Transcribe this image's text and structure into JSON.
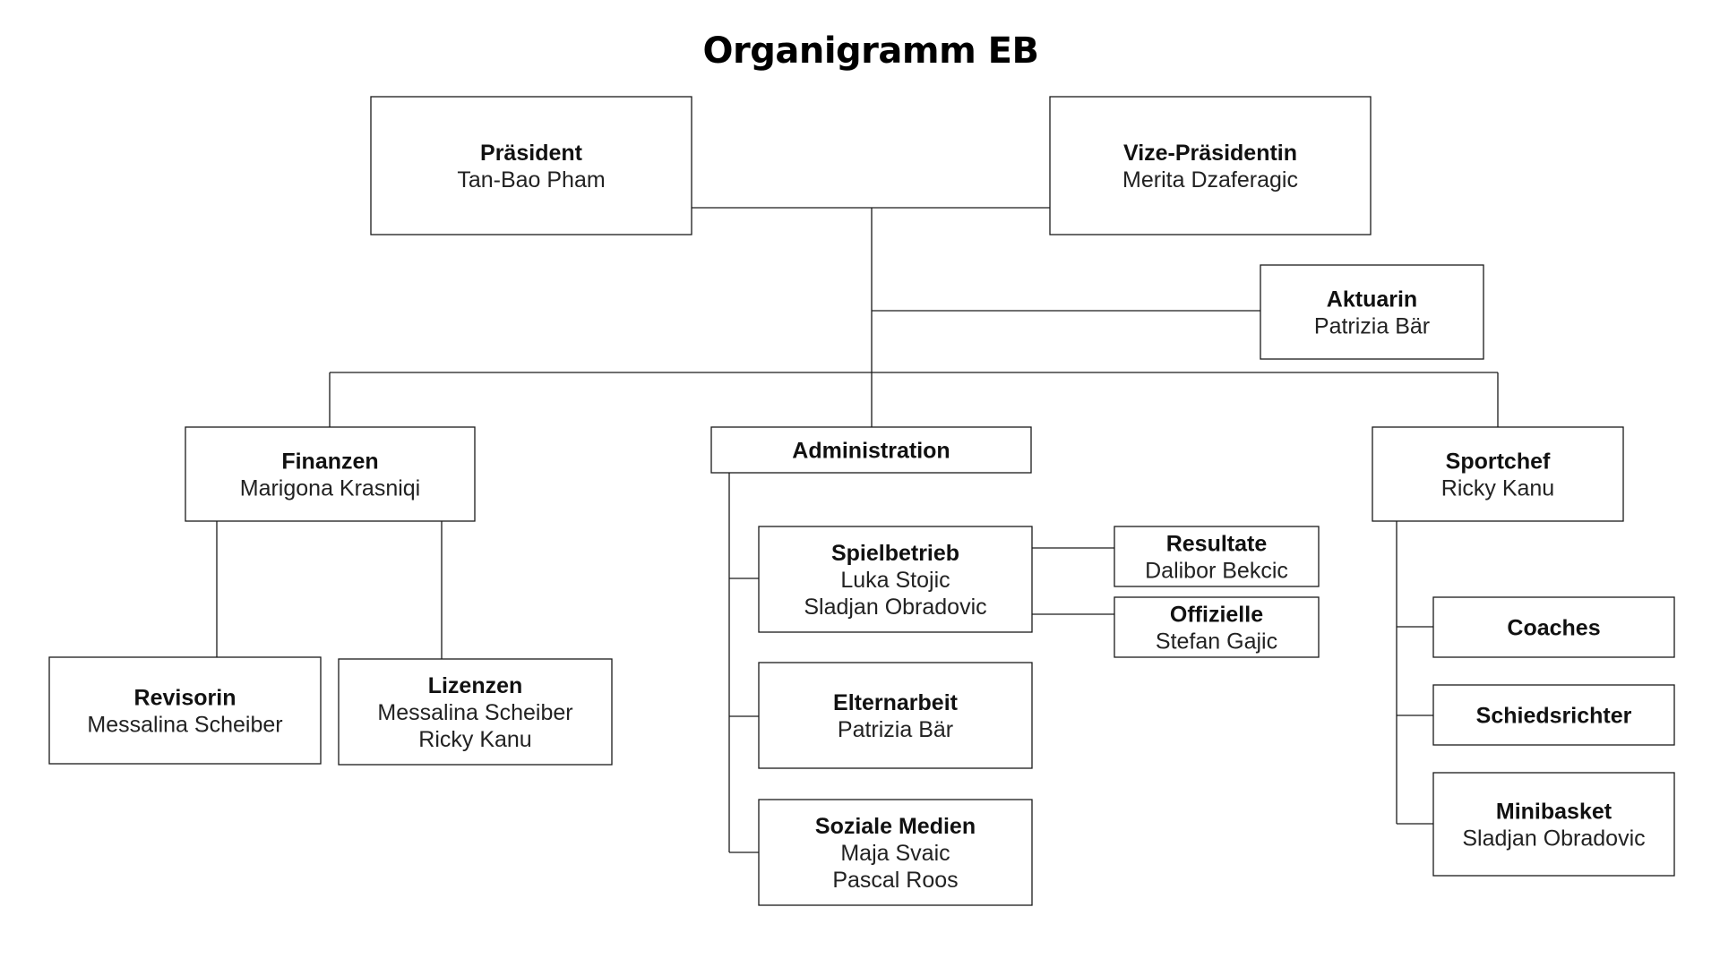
{
  "title": "Organigramm EB",
  "nodes": {
    "praesident": {
      "title": "Präsident",
      "names": [
        "Tan-Bao Pham"
      ]
    },
    "vize": {
      "title": "Vize-Präsidentin",
      "names": [
        "Merita Dzaferagic"
      ]
    },
    "aktuarin": {
      "title": "Aktuarin",
      "names": [
        "Patrizia Bär"
      ]
    },
    "finanzen": {
      "title": "Finanzen",
      "names": [
        "Marigona Krasniqi"
      ]
    },
    "administration": {
      "title": "Administration",
      "names": []
    },
    "sportchef": {
      "title": "Sportchef",
      "names": [
        "Ricky Kanu"
      ]
    },
    "revisorin": {
      "title": "Revisorin",
      "names": [
        "Messalina Scheiber"
      ]
    },
    "lizenzen": {
      "title": "Lizenzen",
      "names": [
        "Messalina Scheiber",
        "Ricky Kanu"
      ]
    },
    "spielbetrieb": {
      "title": "Spielbetrieb",
      "names": [
        "Luka Stojic",
        "Sladjan Obradovic"
      ]
    },
    "resultate": {
      "title": "Resultate",
      "names": [
        "Dalibor Bekcic"
      ]
    },
    "offizielle": {
      "title": "Offizielle",
      "names": [
        "Stefan Gajic"
      ]
    },
    "elternarbeit": {
      "title": "Elternarbeit",
      "names": [
        "Patrizia Bär"
      ]
    },
    "soziale_medien": {
      "title": "Soziale Medien",
      "names": [
        "Maja Svaic",
        "Pascal Roos"
      ]
    },
    "coaches": {
      "title": "Coaches",
      "names": []
    },
    "schiedsrichter": {
      "title": "Schiedsrichter",
      "names": []
    },
    "minibasket": {
      "title": "Minibasket",
      "names": [
        "Sladjan Obradovic"
      ]
    }
  }
}
